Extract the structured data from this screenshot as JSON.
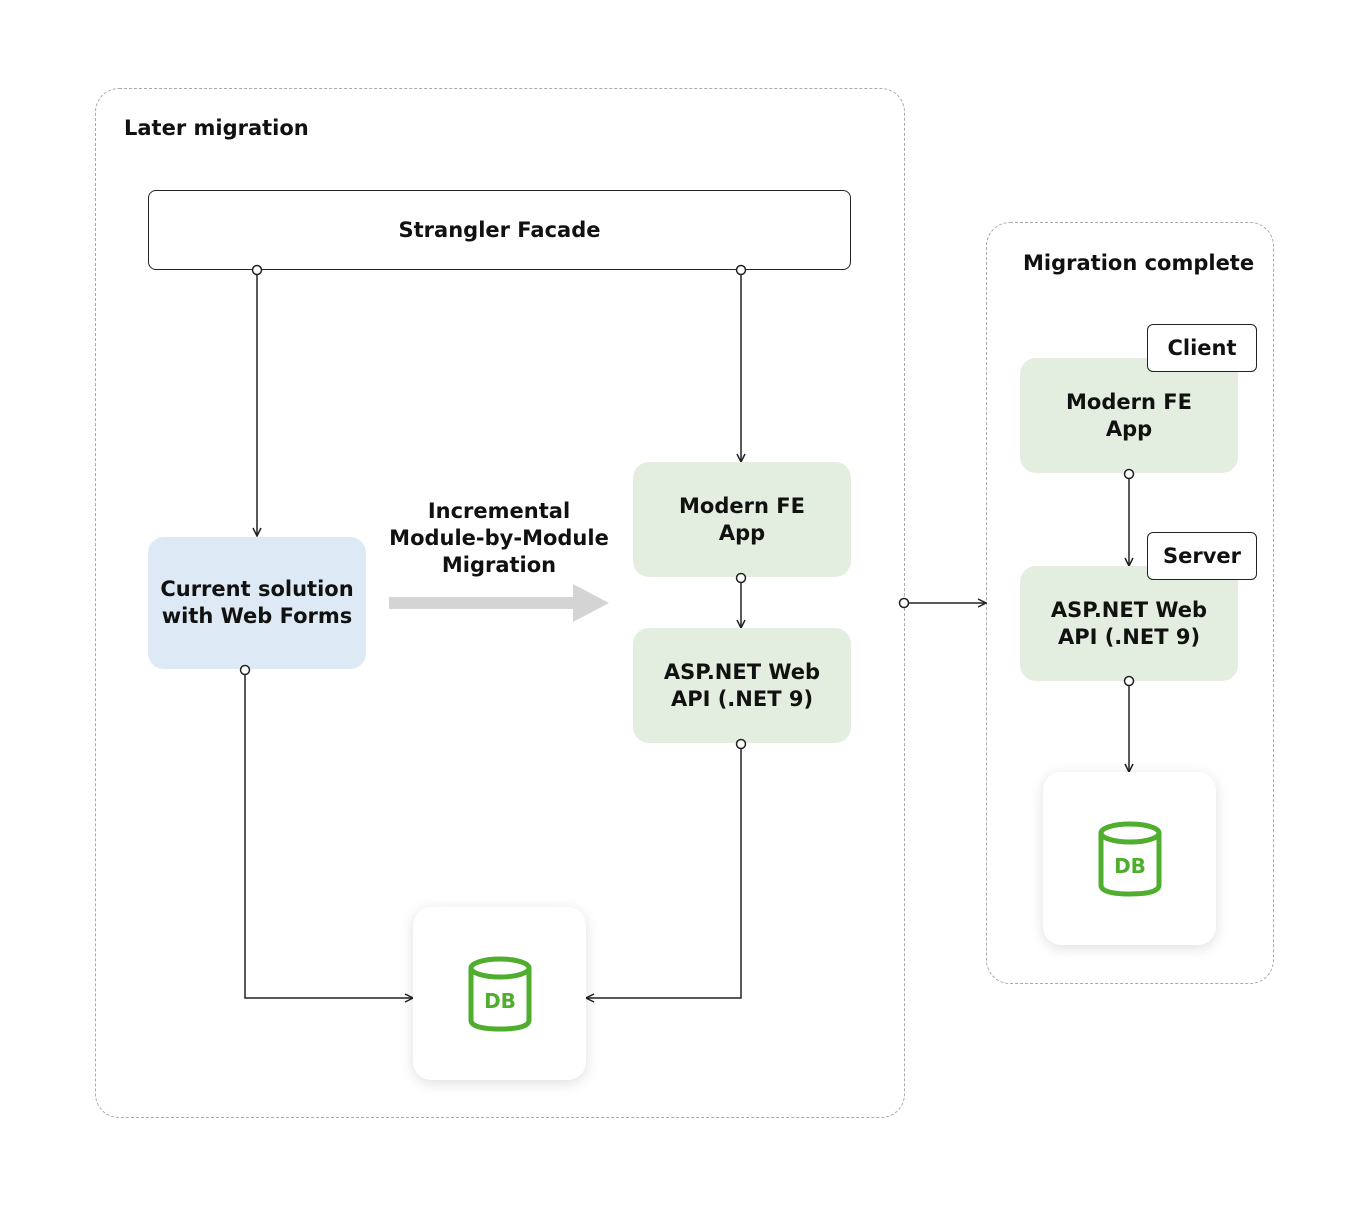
{
  "groups": {
    "later": {
      "title": "Later migration"
    },
    "complete": {
      "title": "Migration complete"
    }
  },
  "nodes": {
    "facade": "Strangler Facade",
    "current": "Current solution\nwith Web Forms",
    "fe_later": "Modern FE\nApp",
    "api_later": "ASP.NET Web\nAPI (.NET 9)",
    "fe_complete": "Modern FE\nApp",
    "api_complete": "ASP.NET Web\nAPI (.NET 9)",
    "db_later": "DB",
    "db_complete": "DB"
  },
  "tags": {
    "client": "Client",
    "server": "Server"
  },
  "migration_label": "Incremental\nModule-by-Module\nMigration",
  "colors": {
    "green_node": "#e3eee0",
    "blue_node": "#dde9f5",
    "db_icon": "#4fae2d",
    "arrow_gray": "#d4d4d4",
    "line": "#222222"
  },
  "icons": {
    "db": "database-cylinder-icon"
  }
}
